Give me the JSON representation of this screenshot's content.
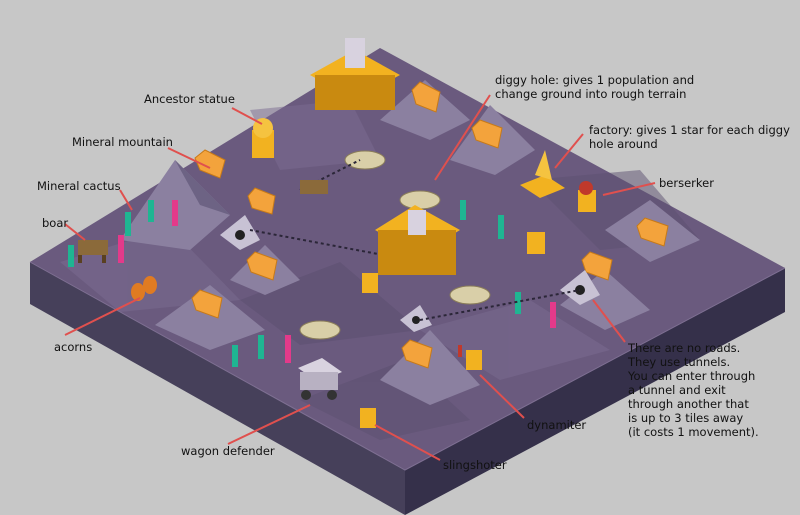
{
  "colors": {
    "background": "#c7c7c7",
    "board_top": "#6a5a7e",
    "board_side_left": "#46405a",
    "board_side_right": "#35304a",
    "rock": "#8a7c9b",
    "mountain": "#8b80a0",
    "crystal": "#f3a33c",
    "cactus_pink": "#e33a8a",
    "cactus_teal": "#1fb592",
    "building_gold": "#f2b220",
    "leader_line": "#e0504e"
  },
  "labels": {
    "diggy_hole": "diggy hole: gives 1 population and\nchange ground into rough terrain",
    "ancestor_statue": "Ancestor statue",
    "mineral_mountain": "Mineral mountain",
    "factory": "factory: gives 1 star for each diggy\nhole around",
    "mineral_cactus": "Mineral cactus",
    "berserker": "berserker",
    "boar": "boar",
    "acorns": "acorns",
    "tunnels": "There are no roads.\nThey use tunnels.\nYou can enter through\na tunnel and exit\nthrough another that\nis up to 3 tiles away\n(it costs 1 movement).",
    "dynamiter": "dynamiter",
    "wagon_defender": "wagon defender",
    "slingshoter": "slingshoter"
  },
  "icons": {
    "hole": "diggy-hole-icon",
    "crystal": "mineral-crystal-icon",
    "cactus": "mineral-cactus-icon",
    "tunnel": "tunnel-entrance-icon"
  }
}
